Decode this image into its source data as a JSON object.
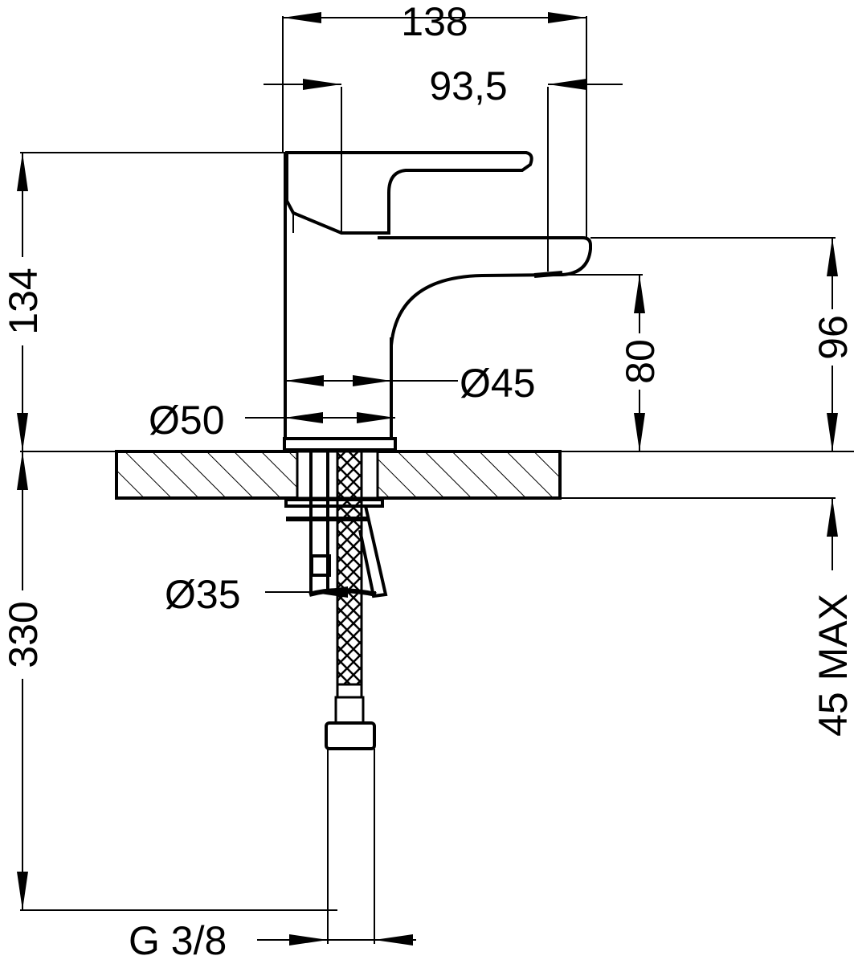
{
  "dimensions": {
    "overall_width": "138",
    "spout_reach": "93,5",
    "total_height": "134",
    "outlet_height": "96",
    "spout_clearance": "80",
    "body_diameter": "Ø45",
    "base_diameter": "Ø50",
    "shank_diameter": "Ø35",
    "hose_length": "330",
    "deck_thickness_max": "45 MAX",
    "connection_thread": "G 3/8"
  },
  "colors": {
    "line": "#000000",
    "background": "#ffffff"
  }
}
